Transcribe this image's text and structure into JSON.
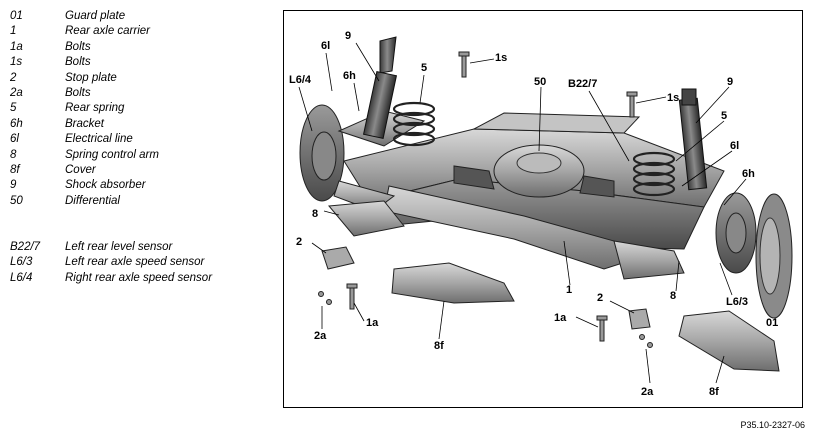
{
  "legend": {
    "items": [
      {
        "code": "01",
        "desc": "Guard plate"
      },
      {
        "code": "1",
        "desc": "Rear axle carrier"
      },
      {
        "code": "1a",
        "desc": "Bolts"
      },
      {
        "code": "1s",
        "desc": "Bolts"
      },
      {
        "code": "2",
        "desc": "Stop plate"
      },
      {
        "code": "2a",
        "desc": "Bolts"
      },
      {
        "code": "5",
        "desc": "Rear spring"
      },
      {
        "code": "6h",
        "desc": "Bracket"
      },
      {
        "code": "6l",
        "desc": "Electrical line"
      },
      {
        "code": "8",
        "desc": "Spring control arm"
      },
      {
        "code": "8f",
        "desc": "Cover"
      },
      {
        "code": "9",
        "desc": "Shock absorber"
      },
      {
        "code": "50",
        "desc": "Differential"
      }
    ],
    "sensors": [
      {
        "code": "B22/7",
        "desc": "Left rear level sensor"
      },
      {
        "code": "L6/3",
        "desc": "Left rear axle speed sensor"
      },
      {
        "code": "L6/4",
        "desc": "Right rear axle speed sensor"
      }
    ]
  },
  "callouts": {
    "c9_left": "9",
    "c6l_left": "6l",
    "c6h_left": "6h",
    "cL64": "L6/4",
    "c5_left": "5",
    "c1s_top": "1s",
    "c50": "50",
    "cB227": "B22/7",
    "c1s_right": "1s",
    "c9_right": "9",
    "c5_right": "5",
    "c6l_right": "6l",
    "c6h_right": "6h",
    "c8_left": "8",
    "c2_left": "2",
    "c1_carrier": "1",
    "c8_right": "8",
    "cL63": "L6/3",
    "c01": "01",
    "c1a_left": "1a",
    "c2a_left": "2a",
    "c8f_left": "8f",
    "c2_right": "2",
    "c1a_right": "1a",
    "c2a_right": "2a",
    "c8f_right": "8f"
  },
  "figure_ref": "P35.10-2327-06"
}
